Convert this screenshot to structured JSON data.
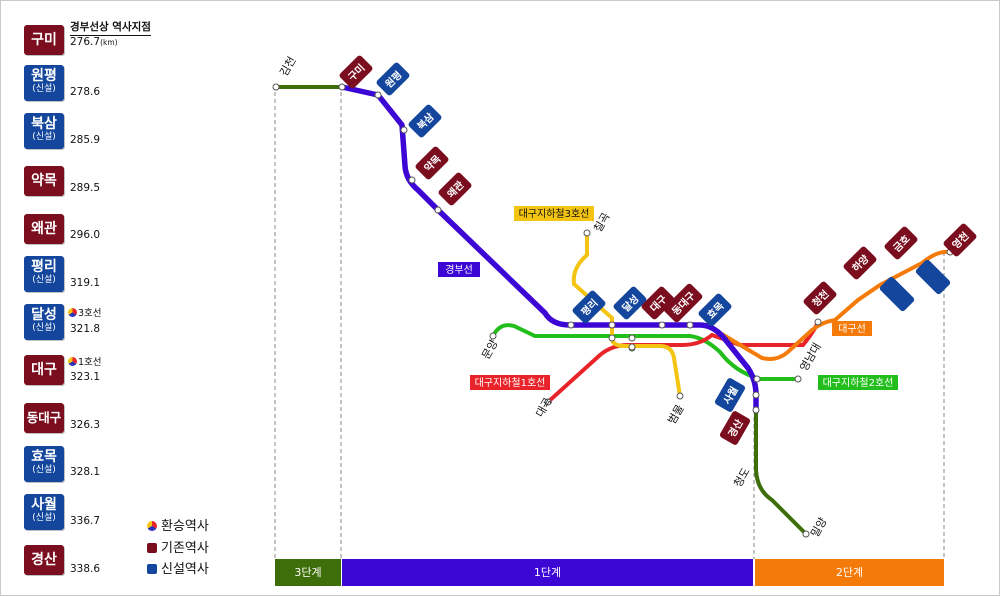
{
  "header": {
    "title": "경부선상 역사지점",
    "km": "276.7",
    "km_unit": "(km)"
  },
  "stations": [
    {
      "name": "구미",
      "km": "",
      "sub": ""
    },
    {
      "name": "원평",
      "sub": "(신설)",
      "km": "278.6"
    },
    {
      "name": "북삼",
      "sub": "(신설)",
      "km": "285.9"
    },
    {
      "name": "약목",
      "sub": "",
      "km": "289.5"
    },
    {
      "name": "왜관",
      "sub": "",
      "km": "296.0"
    },
    {
      "name": "평리",
      "sub": "(신설)",
      "km": "319.1"
    },
    {
      "name": "달성",
      "sub": "(신설)",
      "km": "321.8",
      "xfer": "3호선"
    },
    {
      "name": "대구",
      "sub": "",
      "km": "323.1",
      "xfer": "1호선"
    },
    {
      "name": "동대구",
      "sub": "",
      "km": "326.3"
    },
    {
      "name": "효목",
      "sub": "(신설)",
      "km": "328.1"
    },
    {
      "name": "사월",
      "sub": "(신설)",
      "km": "336.7"
    },
    {
      "name": "경산",
      "sub": "",
      "km": "338.6"
    }
  ],
  "legend": {
    "transfer": "환승역사",
    "existing": "기존역사",
    "new": "신설역사"
  },
  "stages": {
    "s3": "3단계",
    "s1": "1단계",
    "s2": "2단계"
  },
  "map": {
    "gimcheon": "김천",
    "chilgok": "칠곡",
    "munyang": "문양",
    "daegok": "대곡",
    "beommul": "범물",
    "yeongnamdae": "영남대",
    "cheongdo": "청도",
    "miryang": "밀양",
    "gyeongbu": "경부선",
    "daegu_line": "대구선",
    "metro1": "대구지하철1호선",
    "metro2": "대구지하철2호선",
    "metro3": "대구지하철3호선",
    "cheongcheon": "청천",
    "hayang": "하양",
    "geumho": "금호",
    "yeongcheon": "영천"
  },
  "colors": {
    "existing": "#7a0d1e",
    "new": "#13469c",
    "gyeongbu": "#3c06d4",
    "daegu_line": "#f47a0a",
    "metro1": "#e8242a",
    "metro2": "#22bf1c",
    "metro3": "#f3c411",
    "stage3": "#3e6e0a"
  }
}
